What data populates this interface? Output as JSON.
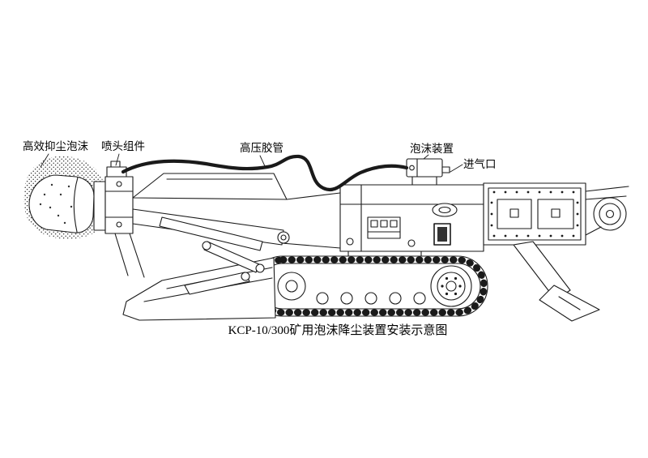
{
  "diagram": {
    "caption": "KCP-10/300矿用泡沫降尘装置安装示意图",
    "labels": {
      "foam": "高效抑尘泡沫",
      "nozzle": "喷头组件",
      "hose": "高压胶管",
      "foam_device": "泡沫装置",
      "air_inlet": "进气口"
    },
    "colors": {
      "line": "#1a1a1a",
      "background": "#ffffff"
    }
  }
}
